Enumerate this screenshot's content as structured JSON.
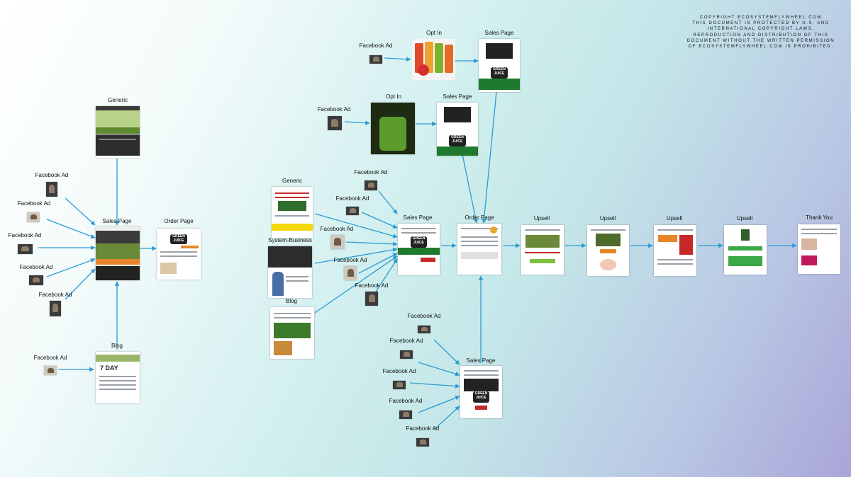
{
  "copyright": "COPYRIGHT ECOSYSTEMFLYWHEEL.COM\nTHIS DOCUMENT IS PROTECTED BY U.S. AND\nINTERNATIONAL COPYRIGHT LAWS.\nREPRODUCTION AND DISTRIBUTION OF THIS\nDOCUMENT WITHOUT THE WRITTEN PERMISSION\nOF ECOSYSTEMFLYWHEEL.COM IS PROHIBITED.",
  "colors": {
    "arrow": "#2b9bd6",
    "brand_green": "#1f7a2e",
    "juice_orange": "#e8852b"
  },
  "labels": {
    "left_generic": "Generic",
    "left_ad1": "Facebook Ad",
    "left_ad2": "Facebook Ad",
    "left_ad3": "Facebook Ad",
    "left_ad4": "Facebook Ad",
    "left_ad5": "Facebook Ad",
    "left_sales": "Sales Page",
    "left_order": "Order Page",
    "left_blog": "Blog",
    "left_blog_ad": "Facebook Ad",
    "top_ad1": "Facebook Ad",
    "top_optin1": "Opt In",
    "top_sales1": "Sales Page",
    "top_ad2": "Facebook Ad",
    "top_optin2": "Opt In",
    "top_sales2": "Sales Page",
    "mid_generic": "Generic",
    "mid_system": "System-Business",
    "mid_blog": "Blog",
    "mid_ad1": "Facebook Ad",
    "mid_ad2": "Facebook Ad",
    "mid_ad3": "Facebook Ad",
    "mid_ad4": "Facebook Ad",
    "mid_ad5": "Facebook Ad",
    "mid_sales": "Sales Page",
    "order": "Order Page",
    "upsell1": "Upsell",
    "upsell2": "Upsell",
    "upsell3": "Upsell",
    "upsell4": "Upsell",
    "thank_you": "Thank You",
    "bot_ad1": "Facebook Ad",
    "bot_ad2": "Facebook Ad",
    "bot_ad3": "Facebook Ad",
    "bot_ad4": "Facebook Ad",
    "bot_ad5": "Facebook Ad",
    "bot_sales": "Sales Page"
  },
  "thumb_text": {
    "green_juice": "GREEN JUICE",
    "seven_day": "7 DAY"
  }
}
